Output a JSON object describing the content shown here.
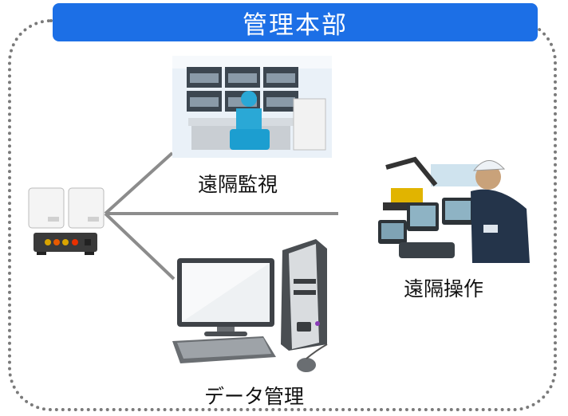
{
  "header": {
    "title": "管理本部"
  },
  "nodes": {
    "monitoring": {
      "label": "遠隔監視"
    },
    "operation": {
      "label": "遠隔操作"
    },
    "data": {
      "label": "データ管理"
    }
  },
  "colors": {
    "header_bg": "#1c6fe6",
    "frame": "#7a7a7a",
    "connector": "#8c8c8c"
  }
}
